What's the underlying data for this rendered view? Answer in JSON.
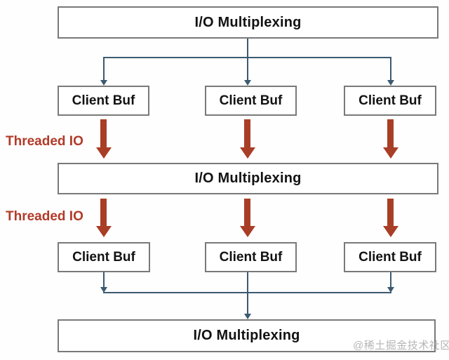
{
  "diagram": {
    "title_boxes": {
      "top_label": "I/O Multiplexing",
      "middle_label": "I/O Multiplexing",
      "bottom_label": "I/O Multiplexing"
    },
    "client_box_label": "Client Buf",
    "threaded_io_label_1": "Threaded IO",
    "threaded_io_label_2": "Threaded IO",
    "structure_note": "top I/O Multiplexing fans out to 3 Client Buf; red Threaded IO arrows into middle I/O Multiplexing; red Threaded IO arrows out to 3 Client Buf; lines merge into bottom I/O Multiplexing"
  },
  "watermark": "@稀土掘金技术社区",
  "colors": {
    "red_arrow": "#a93e26",
    "red_text": "#b23a28",
    "connector": "#3b5a70",
    "box_border": "#797979",
    "text": "#121212",
    "watermark": "#b5b5b5",
    "background": "#fefefe"
  }
}
